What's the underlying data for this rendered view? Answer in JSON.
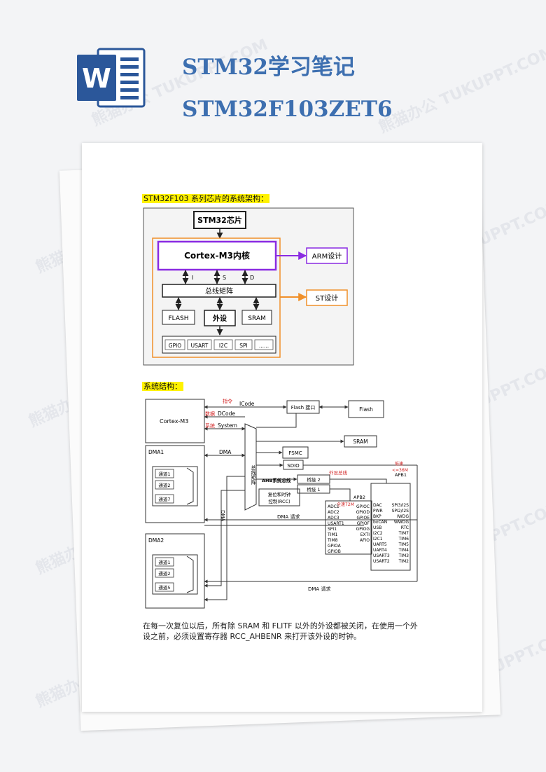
{
  "title": "STM32学习笔记STM32F103ZET6",
  "logo_letter": "W",
  "colors": {
    "word_blue": "#2b579a",
    "title_blue": "#3d6fb0",
    "cortex_purple": "#8a2be2",
    "st_orange": "#f0902a",
    "label_red": "#d02020",
    "highlight": "#fff200"
  },
  "section1": {
    "heading": "STM32F103 系列芯片的系统架构：",
    "chip": "STM32芯片",
    "core": "Cortex-M3内核",
    "arm_design": "ARM设计",
    "st_design": "ST设计",
    "bus_matrix": "总线矩阵",
    "bus_i": "I",
    "bus_s": "S",
    "bus_d": "D",
    "flash": "FLASH",
    "peripheral": "外设",
    "sram": "SRAM",
    "periph_items": [
      "GPIO",
      "USART",
      "I2C",
      "SPI",
      "......"
    ]
  },
  "section2": {
    "heading": "系统结构：",
    "cortex": "Cortex-M3",
    "icode_cn": "指令",
    "icode": "ICode",
    "dcode_cn": "数据",
    "dcode": "DCode",
    "system_cn": "系统",
    "system": "System",
    "dma": "DMA",
    "flash_if": "Flash 接口",
    "flash": "Flash",
    "sram": "SRAM",
    "fsmc": "FSMC",
    "sdio": "SDIO",
    "bus_matrix_v": "总线矩阵",
    "ahb": "AHB系统总线",
    "reset_clock": [
      "复位和时钟",
      "控制(RCC)"
    ],
    "bridge2": "桥接 2",
    "bridge1": "桥接 1",
    "periph_bus_cn": "外设总线",
    "apb2": "APB2",
    "full_speed": "全速72M",
    "apb1": "APB1",
    "low_speed": [
      "低速",
      "<=36M"
    ],
    "dma_v": "DMA",
    "dma_req": "DMA 请求",
    "dma1": "DMA1",
    "dma1_ch": [
      "通道1",
      "通道2",
      "通道7"
    ],
    "dma2": "DMA2",
    "dma2_ch": [
      "通道1",
      "通道2",
      "通道5"
    ],
    "apb2_col1": [
      "ADC1",
      "ADC2",
      "ADC3",
      "USART1",
      "SPI1",
      "TIM1",
      "TIM8",
      "GPIOA",
      "GPIOB"
    ],
    "apb2_col2": [
      "GPIOC",
      "GPIOD",
      "GPIOE",
      "GPIOF",
      "GPIOG",
      "EXTI",
      "AFIO"
    ],
    "apb1_col1": [
      "DAC",
      "PWR",
      "BKP",
      "bxCAN",
      "USB",
      "I2C2",
      "I2C1",
      "UART5",
      "UART4",
      "USART3",
      "USART2"
    ],
    "apb1_col2": [
      "SPI3/I2S",
      "SPI2/I2S",
      "IWDG",
      "WWDG",
      "RTC",
      "TIM7",
      "TIM6",
      "TIM5",
      "TIM4",
      "TIM3",
      "TIM2"
    ]
  },
  "paragraph": "在每一次复位以后，所有除 SRAM 和 FLITF 以外的外设都被关闭，在使用一个外设之前，必须设置寄存器 RCC_AHBENR 来打开该外设的时钟。",
  "watermark": "熊猫办公 TUKUPPT.COM"
}
